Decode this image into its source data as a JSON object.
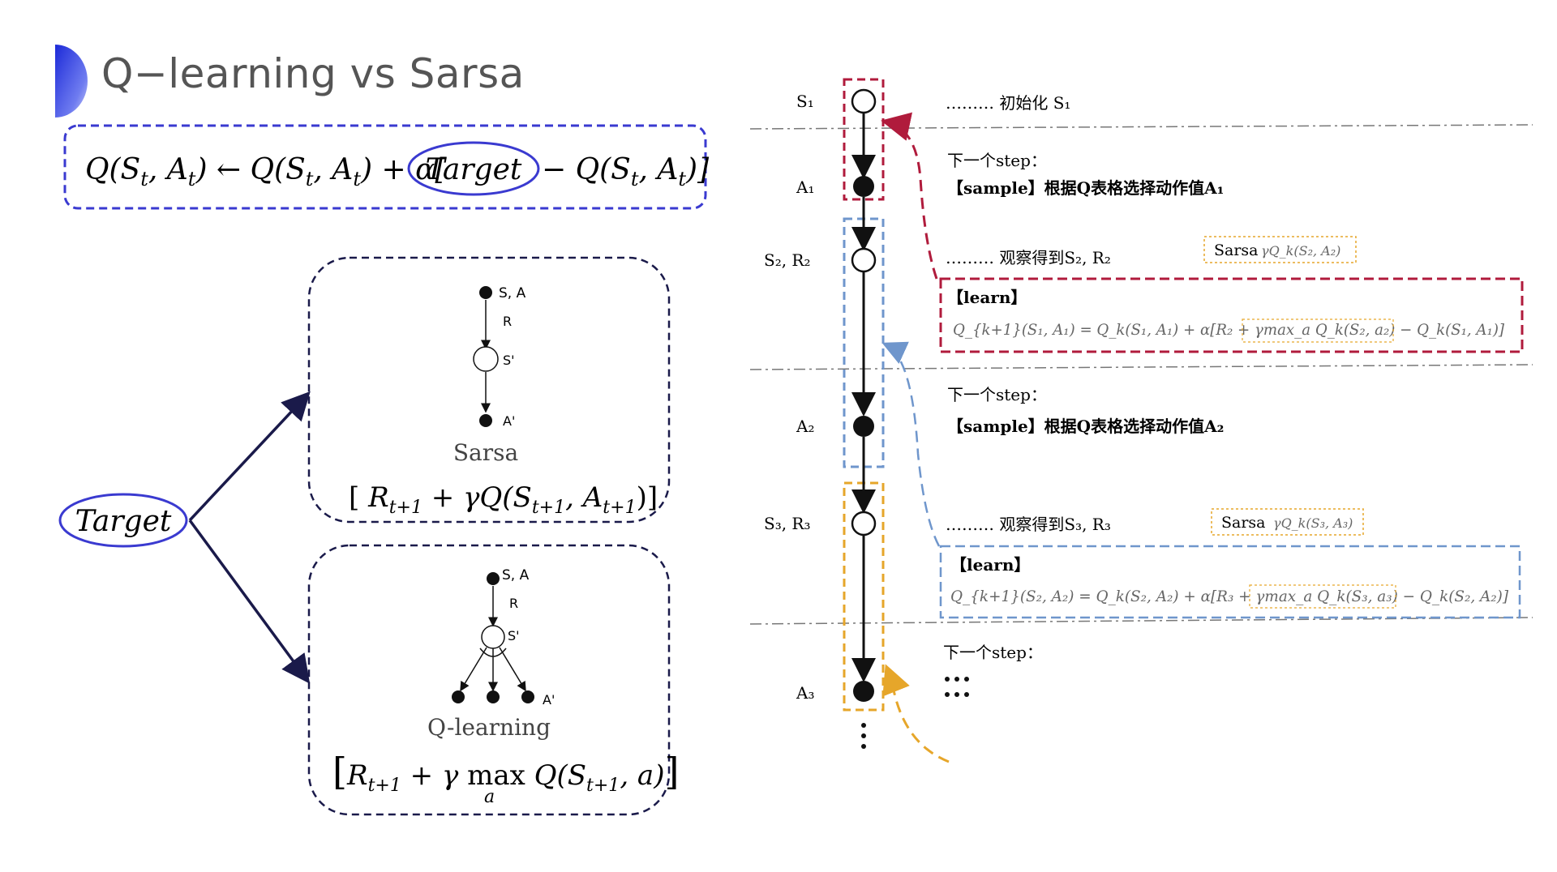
{
  "title": "Q−learning vs Sarsa",
  "colors": {
    "accent": "#2d3ae0",
    "navy": "#1a1a4a",
    "crimson": "#b01b3c",
    "steel_blue": "#6f96cc",
    "orange": "#e6a62a"
  },
  "update_rule": {
    "left": "Q(S",
    "left_sub": "t",
    "comma": ", A",
    "comma_sub": "t",
    "arrow_part": ") ← Q(S",
    "mid_sub": "t",
    "mid_comma": ", A",
    "mid_comma_sub": "t",
    "plus_alpha": ") + α[",
    "target": "Target",
    "minus": "− Q(S",
    "end_sub": "t",
    "end_comma": ", A",
    "end_comma_sub": "t",
    "close": ")]"
  },
  "target_label": "Target",
  "sarsa_box": {
    "node_sa": "S, A",
    "node_r": "R",
    "node_sp": "S'",
    "node_ap": "A'",
    "caption": "Sarsa",
    "formula": "[ R_{t+1} + γQ(S_{t+1}, A_{t+1}) ]"
  },
  "qlearning_box": {
    "node_sa": "S, A",
    "node_r": "R",
    "node_sp": "S'",
    "node_ap": "A'",
    "caption": "Q-learning",
    "formula": "[ R_{t+1} + γ max_a Q(S_{t+1}, a) ]"
  },
  "timeline": {
    "states": [
      "S₁",
      "A₁",
      "S₂, R₂",
      "A₂",
      "S₃, R₃",
      "A₃"
    ],
    "notes": {
      "init": "……… 初始化 S₁",
      "next_step_1": "下一个step：",
      "sample_1": "【sample】根据Q表格选择动作值A₁",
      "observe_1": "……… 观察得到S₂, R₂",
      "sarsa_tag_1": "Sarsa",
      "sarsa_expr_1": "γQ_k(S₂, A₂)",
      "learn_1": "【learn】",
      "learn_formula_1": "Q_{k+1}(S₁, A₁) = Q_k(S₁, A₁) + α[R₂ + γmax_a Q_k(S₂, a₂) − Q_k(S₁, A₁)]",
      "next_step_2": "下一个step：",
      "sample_2": "【sample】根据Q表格选择动作值A₂",
      "observe_2": "……… 观察得到S₃, R₃",
      "sarsa_tag_2": "Sarsa",
      "sarsa_expr_2": "γQ_k(S₃, A₃)",
      "learn_2": "【learn】",
      "learn_formula_2": "Q_{k+1}(S₂, A₂) = Q_k(S₂, A₂) + α[R₃ + γmax_a Q_k(S₃, a₃) − Q_k(S₂, A₂)]",
      "next_step_3": "下一个step：",
      "ellipsis": "⋮⋮"
    }
  }
}
